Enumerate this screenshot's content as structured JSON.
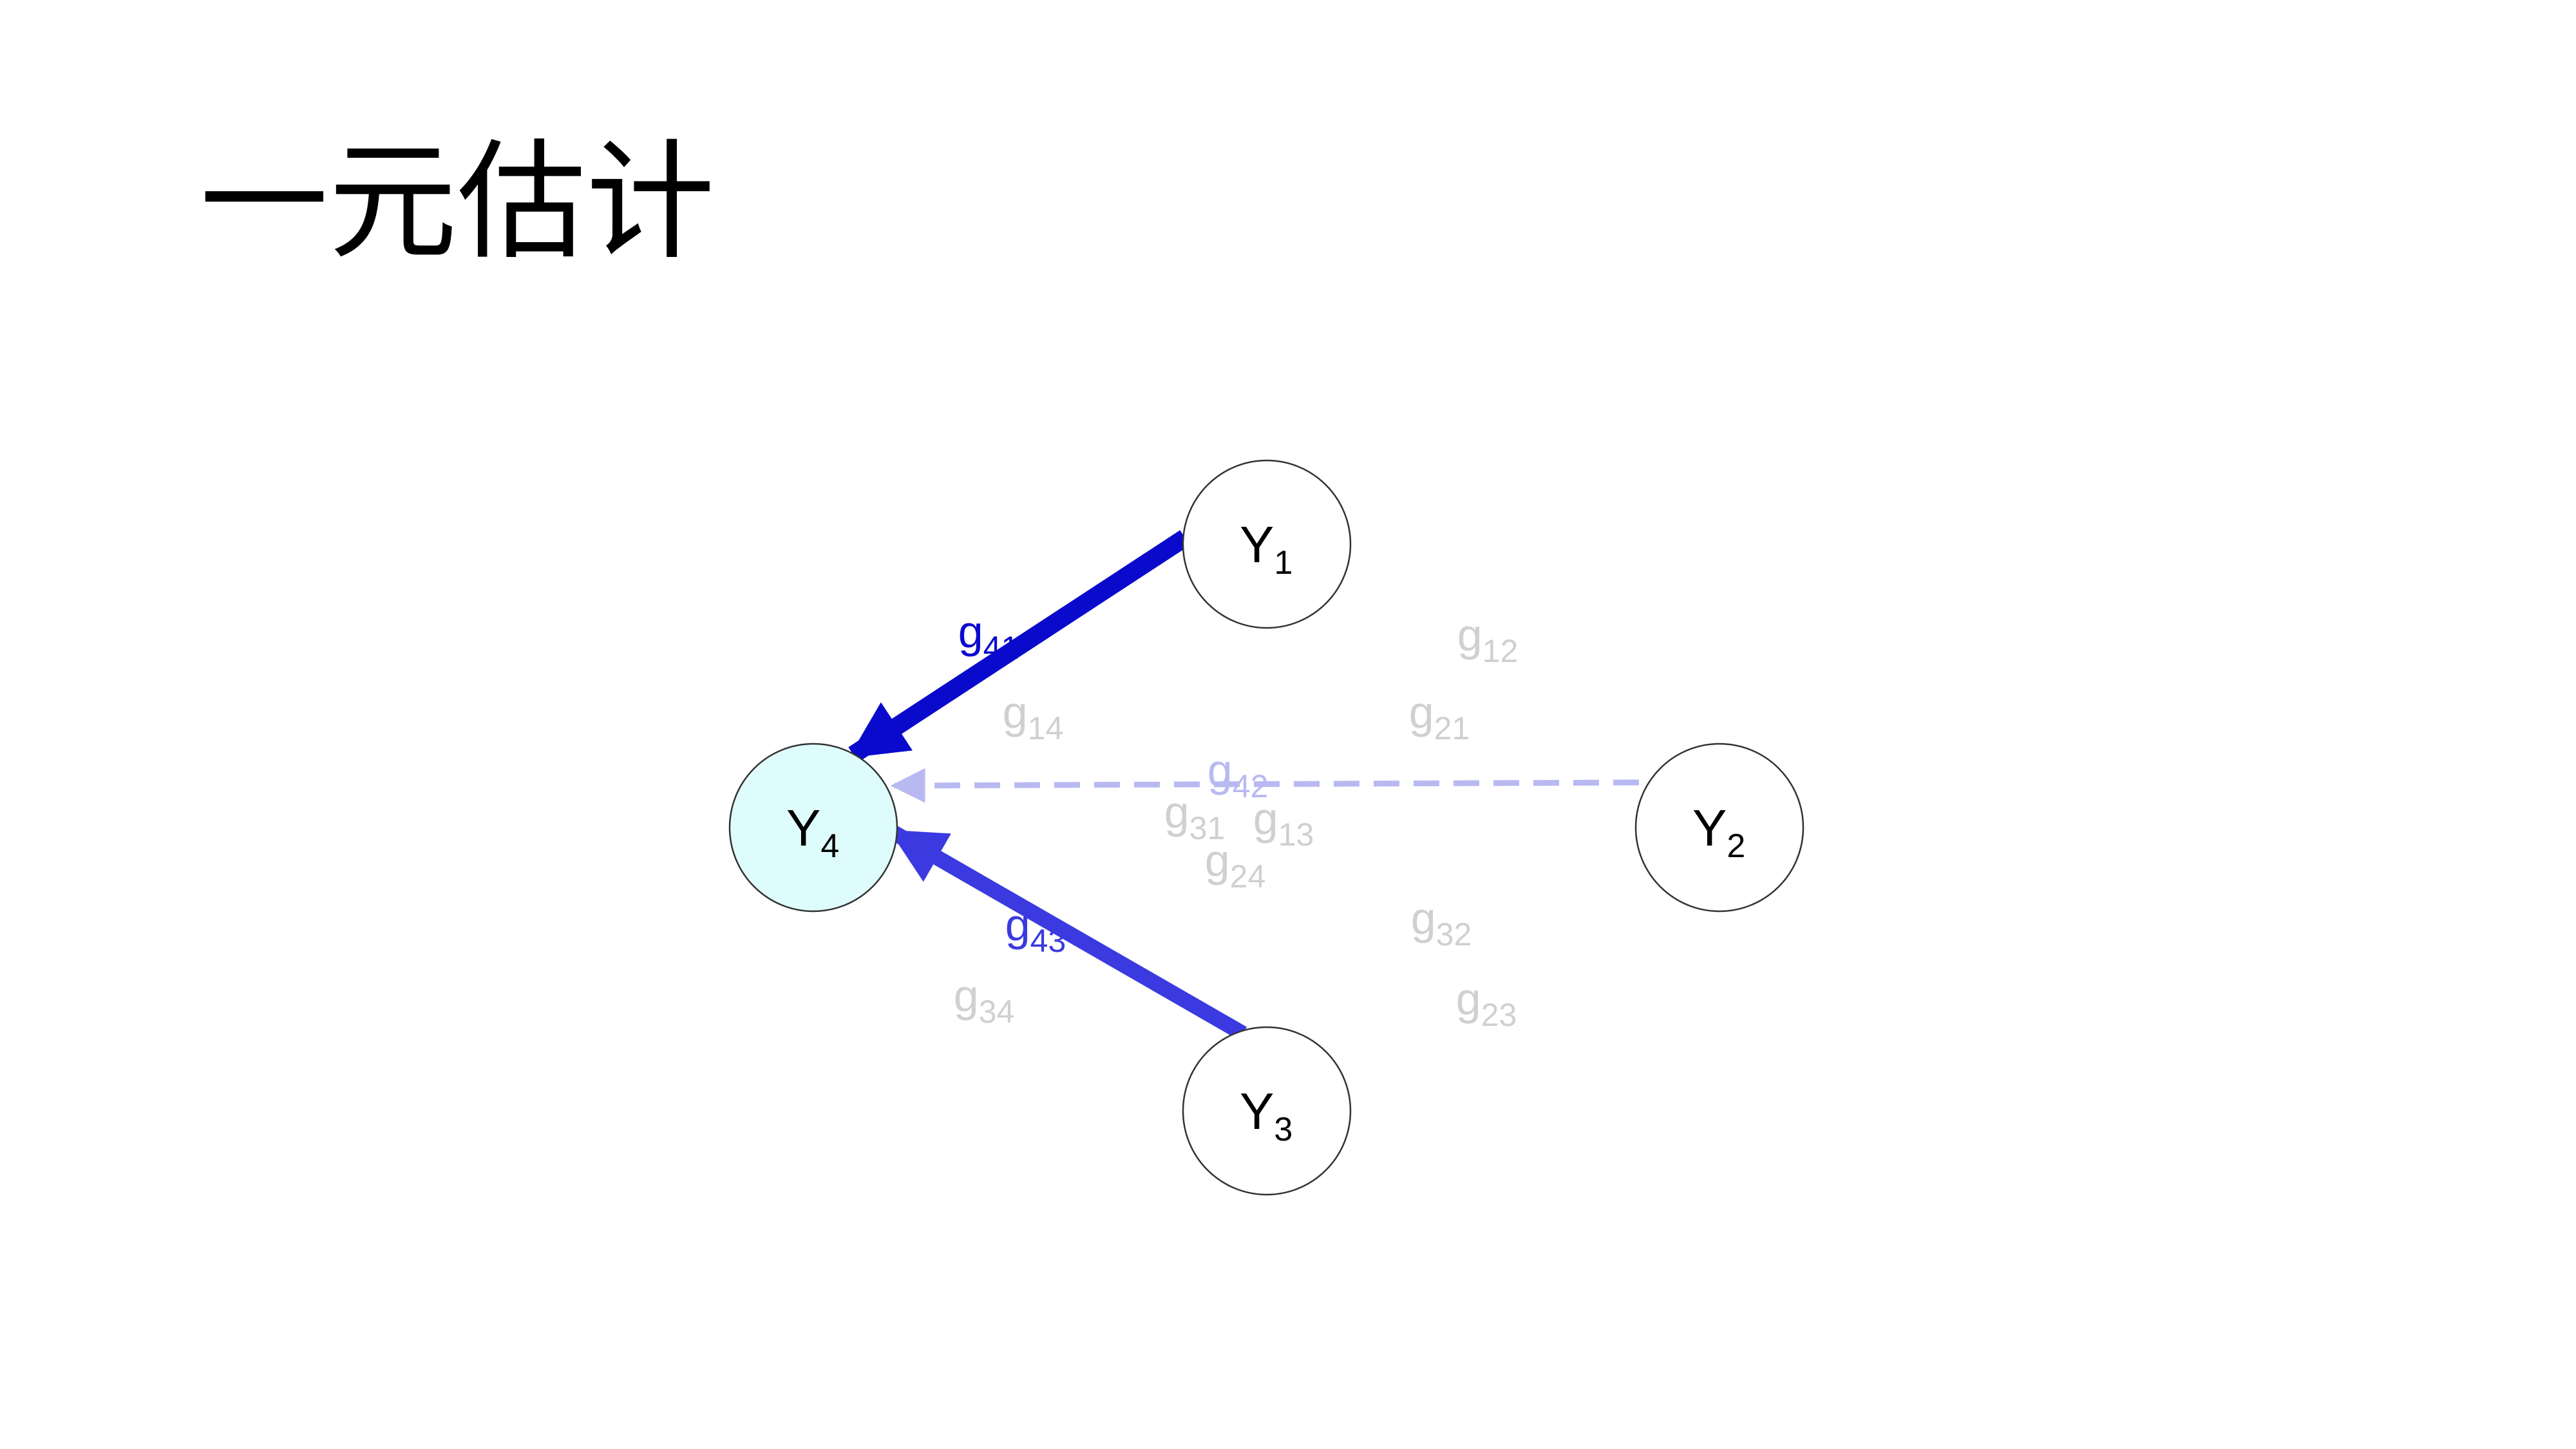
{
  "slide": {
    "title": "一元估计"
  },
  "diagram": {
    "nodes": [
      {
        "id": "Y1",
        "base": "Y",
        "sub": "1",
        "fill": "#ffffff"
      },
      {
        "id": "Y2",
        "base": "Y",
        "sub": "2",
        "fill": "#ffffff"
      },
      {
        "id": "Y3",
        "base": "Y",
        "sub": "3",
        "fill": "#ffffff"
      },
      {
        "id": "Y4",
        "base": "Y",
        "sub": "4",
        "fill": "#dffcfc"
      }
    ],
    "active_edges": [
      {
        "from": "Y1",
        "to": "Y4",
        "base": "g",
        "sub": "41",
        "color": "#0a0acc",
        "style": "solid"
      },
      {
        "from": "Y3",
        "to": "Y4",
        "base": "g",
        "sub": "43",
        "color": "#3a3ae0",
        "style": "solid"
      },
      {
        "from": "Y2",
        "to": "Y4",
        "base": "g",
        "sub": "42",
        "color": "#b9b9f2",
        "style": "dashed"
      }
    ],
    "inactive_labels": [
      {
        "base": "g",
        "sub": "12"
      },
      {
        "base": "g",
        "sub": "14"
      },
      {
        "base": "g",
        "sub": "21"
      },
      {
        "base": "g",
        "sub": "31"
      },
      {
        "base": "g",
        "sub": "13"
      },
      {
        "base": "g",
        "sub": "24"
      },
      {
        "base": "g",
        "sub": "32"
      },
      {
        "base": "g",
        "sub": "34"
      },
      {
        "base": "g",
        "sub": "23"
      }
    ],
    "inactive_color": "#d0d0d0"
  }
}
